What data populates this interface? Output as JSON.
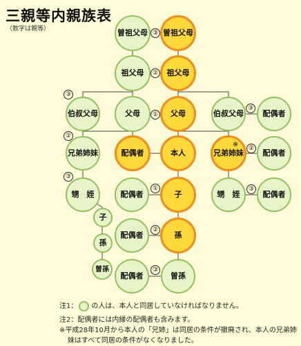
{
  "title": "三親等内親族表",
  "subtitle": "（数字は親等）",
  "nodes": {
    "sosofubo_l": "曽祖父母",
    "sosofubo_r": "曽祖父母",
    "sofubo_l": "祖父母",
    "sofubo_r": "祖父母",
    "oji_l": "伯叔父母",
    "fubo_l": "父母",
    "fubo_r": "父母",
    "oji_r": "伯叔父母",
    "oji_r_spouse": "配偶者",
    "kyodai_l": "兄弟姉妹",
    "haigusha_main": "配偶者",
    "honnin": "本人",
    "kyodai_r": "兄弟姉妹",
    "kyodai_r_spouse": "配偶者",
    "oimei_l": "甥　姪",
    "ko_spouse": "配偶者",
    "ko": "子",
    "oimei_r": "甥　姪",
    "oimei_r_spouse": "配偶者",
    "ko_l": "子",
    "mago_spouse": "配偶者",
    "mago": "孫",
    "mago_l": "孫",
    "himago_l": "曽孫",
    "himago_spouse": "配偶者",
    "himago": "曽孫"
  },
  "degrees": {
    "sosofubo": "③",
    "sofubo": "②",
    "oji_l": "③",
    "fubo": "①",
    "oji_r": "③",
    "kyodai_l": "②",
    "kyodai_r": "②",
    "oimei_l": "③",
    "ko": "①",
    "oimei_r": "③",
    "mago": "②",
    "himago": "③"
  },
  "kyodai_r_mark": "※",
  "notes": {
    "note1_prefix": "注1：",
    "note1_suffix": "の人は、本人と同居していなければなりません。",
    "note2": "注2：配偶者には内縁の配偶者も含みます。",
    "note3": "※平成28年10月から本人の「兄姉」は同居の条件が撤廃され、本人の兄弟姉妹はすべて同居の条件がなくなりました。"
  }
}
